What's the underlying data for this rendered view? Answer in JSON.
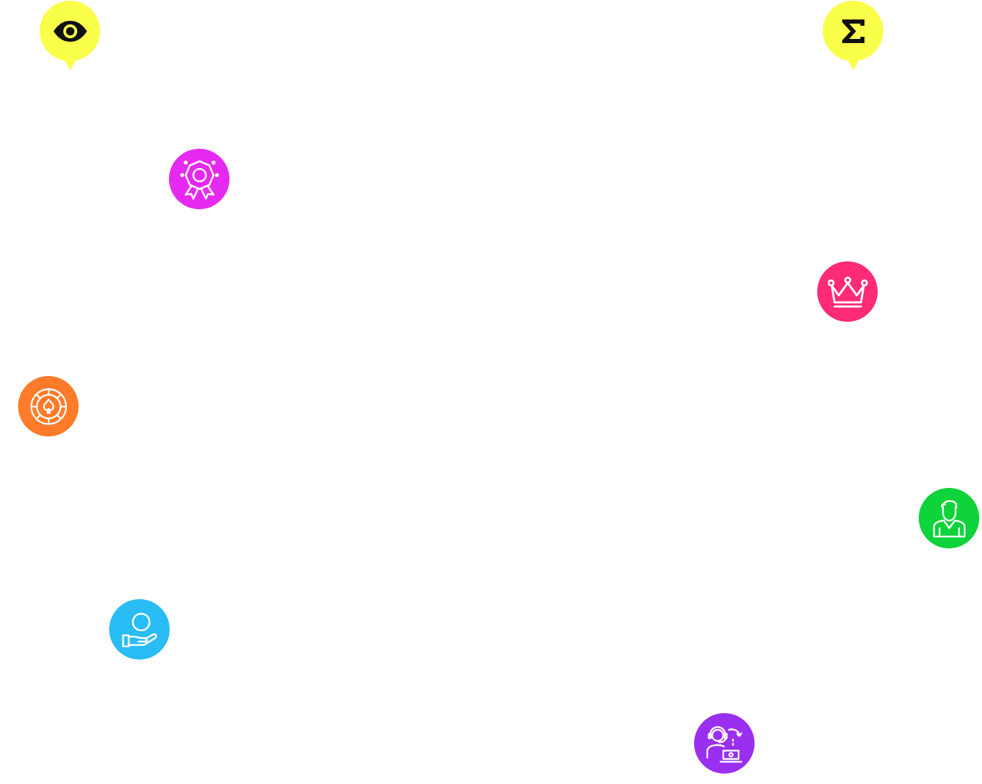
{
  "colors": {
    "pin_yellow": "#faff4a",
    "award_magenta": "#e629f0",
    "crown_pink": "#ff2a78",
    "chip_orange": "#ff7b2a",
    "dealer_green": "#0fd33a",
    "hand_blue": "#29bcf5",
    "support_purple": "#9a2ff0",
    "icon_black": "#111111",
    "icon_white": "#ffffff"
  },
  "badges": [
    {
      "name": "eye-pin",
      "icon": "eye-icon",
      "shape": "pin",
      "color": "#faff4a"
    },
    {
      "name": "sigma-pin",
      "icon": "sigma-icon",
      "shape": "pin",
      "color": "#faff4a"
    },
    {
      "name": "award-badge",
      "icon": "award-ribbon-icon",
      "shape": "circle",
      "color": "#e629f0"
    },
    {
      "name": "crown-badge",
      "icon": "crown-icon",
      "shape": "circle",
      "color": "#ff2a78"
    },
    {
      "name": "casino-chip-badge",
      "icon": "casino-chip-icon",
      "shape": "circle",
      "color": "#ff7b2a"
    },
    {
      "name": "dealer-badge",
      "icon": "dealer-icon",
      "shape": "circle",
      "color": "#0fd33a"
    },
    {
      "name": "hand-person-badge",
      "icon": "hand-person-icon",
      "shape": "circle",
      "color": "#29bcf5"
    },
    {
      "name": "support-agent-badge",
      "icon": "support-agent-icon",
      "shape": "circle",
      "color": "#9a2ff0"
    }
  ]
}
